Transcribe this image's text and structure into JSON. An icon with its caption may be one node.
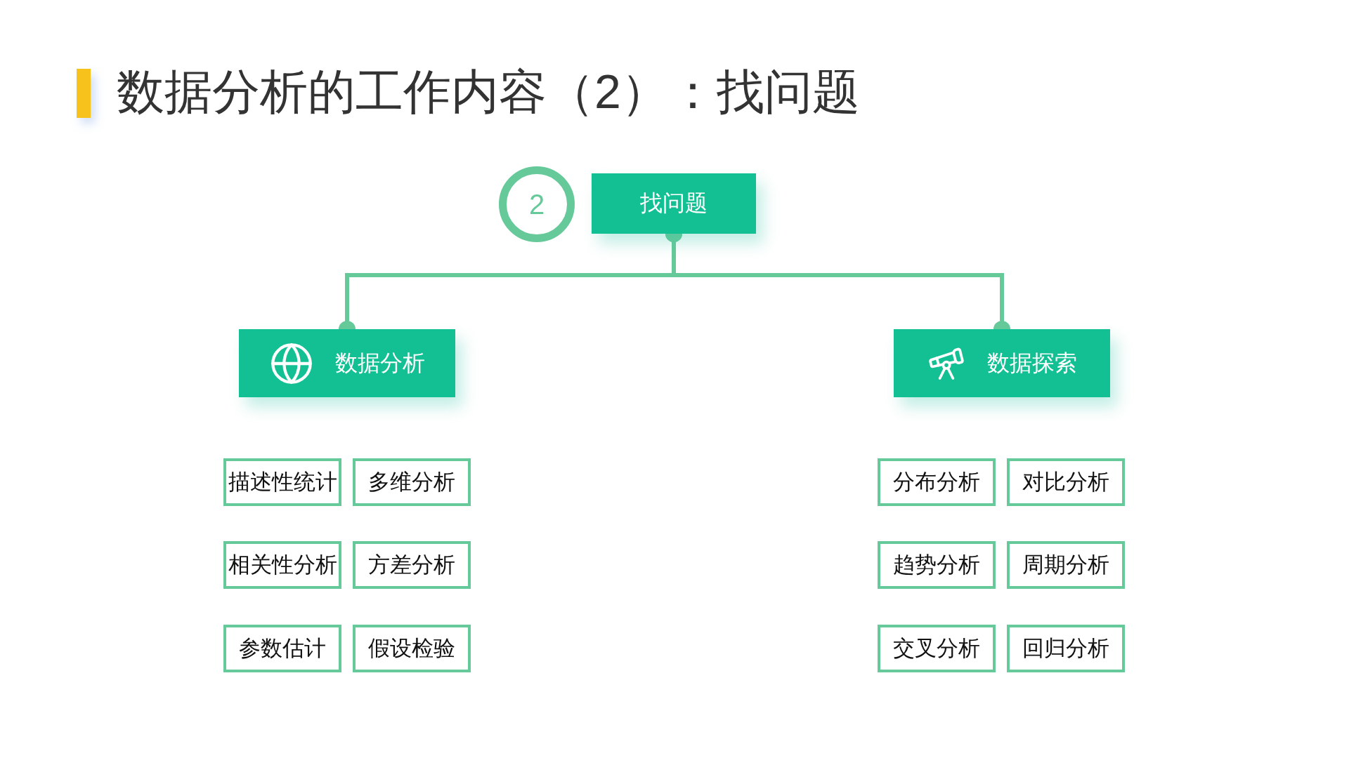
{
  "diagram": {
    "title": "数据分析的工作内容（2）：找问题",
    "nodes": [
      {
        "text": [
          "2"
        ]
      },
      {
        "text": [
          "找问题"
        ]
      },
      {
        "text": [
          "数据分析"
        ]
      },
      {
        "text": [
          "数据探索"
        ]
      },
      {
        "text": [
          "描述性统计"
        ]
      },
      {
        "text": [
          "多维分析"
        ]
      },
      {
        "text": [
          "分布分析"
        ]
      },
      {
        "text": [
          "对比分析"
        ]
      },
      {
        "text": [
          "相关性分析"
        ]
      },
      {
        "text": [
          "方差分析"
        ]
      },
      {
        "text": [
          "趋势分析"
        ]
      },
      {
        "text": [
          "周期分析"
        ]
      },
      {
        "text": [
          "参数估计"
        ]
      },
      {
        "text": [
          "假设检验"
        ]
      },
      {
        "text": [
          "交叉分析"
        ]
      },
      {
        "text": [
          "回归分析"
        ]
      }
    ],
    "edges": [
      {
        "from": 1,
        "to": 2,
        "arrow": "other"
      },
      {
        "from": 1,
        "to": 3,
        "arrow": "other"
      }
    ]
  }
}
